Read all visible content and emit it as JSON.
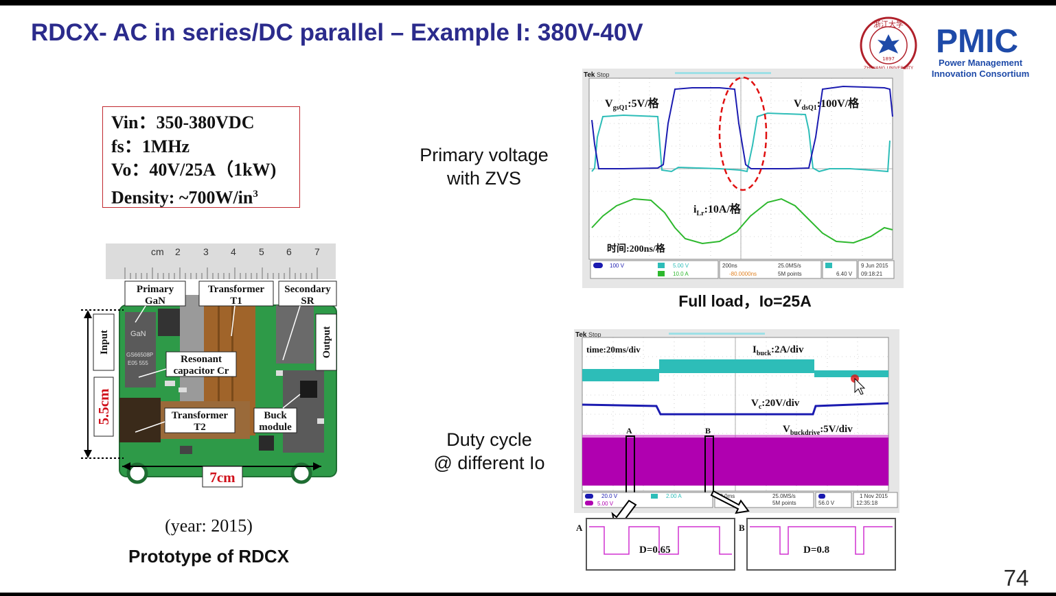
{
  "slide": {
    "title": "RDCX- AC in series/DC parallel – Example I: 380V-40V",
    "page_number": "74"
  },
  "logo": {
    "seal_text": "浙江大学",
    "seal_year": "1897",
    "seal_subtext": "ZHEJIANG UNIVERSITY",
    "pmic_text": "PMIC",
    "pmic_line1": "Power Management",
    "pmic_line2": "Innovation Consortium",
    "brand_color": "#1e4aa8"
  },
  "specs": {
    "vin": "Vin：350-380VDC",
    "fs": "fs：1MHz",
    "vo": "Vo：40V/25A（1kW)",
    "density_base": "Density: ~700W/in",
    "density_sup": "3",
    "border_color": "#c0262c"
  },
  "prototype": {
    "ruler_unit": "cm",
    "ruler_numbers": [
      "2",
      "3",
      "4",
      "5",
      "6",
      "7"
    ],
    "labels": {
      "primary_1": "Primary",
      "primary_2": "GaN",
      "transformer_t1_1": "Transformer",
      "transformer_t1_2": "T1",
      "secondary_1": "Secondary",
      "secondary_2": "SR",
      "resonant_1": "Resonant",
      "resonant_2": "capacitor Cr",
      "transformer_t2_1": "Transformer",
      "transformer_t2_2": "T2",
      "buck_1": "Buck",
      "buck_2": "module",
      "input": "Input",
      "output": "Output",
      "height_dim": "5.5cm",
      "width_dim": "7cm",
      "chip_text_1": "GaN",
      "chip_text_2": "GS66508P",
      "chip_text_3": "E05 555"
    },
    "year": "(year: 2015)",
    "caption": "Prototype of RDCX"
  },
  "scope1": {
    "label_line1": "Primary voltage",
    "label_line2": "with ZVS",
    "brand": "Tek",
    "mode": "Stop",
    "vgs_main": "V",
    "vgs_sub": "gsQ1",
    "vgs_scale": ":5V/格",
    "vds_main": "V",
    "vds_sub": "dsQ1",
    "vds_scale": ":100V/格",
    "ilr_main": "i",
    "ilr_sub": "Lr",
    "ilr_scale": ":10A/格",
    "time_scale": "时间:200ns/格",
    "readout": {
      "ch1": "100 V",
      "ch2": "5.00 V",
      "ch4": "10.0 A",
      "timebase": "200ns",
      "offset": "-80.0000ns",
      "rate": "25.0MS/s",
      "points": "5M points",
      "trig_level": "6.40 V",
      "date": "9 Jun  2015",
      "time": "09:18:21"
    },
    "caption": "Full load，Io=25A"
  },
  "scope2": {
    "label_line1": "Duty cycle",
    "label_line2": "@ different Io",
    "brand": "Tek",
    "mode": "Stop",
    "time_scale": "time:20ms/div",
    "ibuck_main": "I",
    "ibuck_sub": "buck",
    "ibuck_scale": ":2A/div",
    "vc_main": "V",
    "vc_sub": "c",
    "vc_scale": ":20V/div",
    "vbd_main": "V",
    "vbd_sub": "buckdrive",
    "vbd_scale": ":5V/div",
    "marker_a": "A",
    "marker_b": "B",
    "readout": {
      "ch1": "20.0 V",
      "ch3": "5.00 V",
      "ch2": "2.00 A",
      "timebase": "20.0ms",
      "rate": "25.0MS/s",
      "points": "5M points",
      "trig_level": "56.0 V",
      "date": "1 Nov 2015",
      "time": "12:35:18"
    },
    "inset_a_label": "A",
    "inset_a_duty": "D=0.65",
    "inset_b_label": "B",
    "inset_b_duty": "D=0.8"
  },
  "colors": {
    "title": "#2b2b8c",
    "vgs_trace": "#2dbdb8",
    "vds_trace": "#1a1ab0",
    "ilr_trace": "#2db82d",
    "drive_trace": "#b000b0",
    "zvs_circle": "#e01010"
  }
}
